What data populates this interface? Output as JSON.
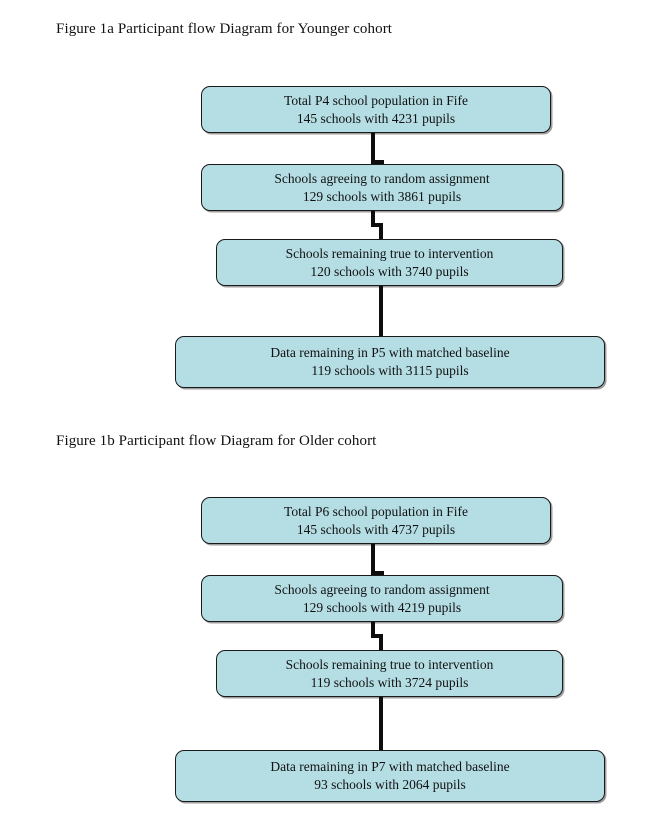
{
  "figures": [
    {
      "id": "1a",
      "title": "Figure 1a Participant flow Diagram for Younger cohort",
      "nodes": [
        {
          "name": "total-population",
          "line1": "Total P4 school population in Fife",
          "line2": "145 schools with 4231 pupils"
        },
        {
          "name": "schools-agreeing",
          "line1": "Schools agreeing to random assignment",
          "line2": "129 schools with 3861 pupils"
        },
        {
          "name": "schools-remaining-true",
          "line1": "Schools remaining true to intervention",
          "line2": "120 schools with 3740 pupils"
        },
        {
          "name": "data-remaining-matched",
          "line1": "Data remaining in P5 with matched baseline",
          "line2": "119 schools with 3115 pupils"
        }
      ]
    },
    {
      "id": "1b",
      "title": "Figure 1b Participant flow Diagram for Older cohort",
      "nodes": [
        {
          "name": "total-population",
          "line1": "Total P6 school population in Fife",
          "line2": "145 schools with 4737 pupils"
        },
        {
          "name": "schools-agreeing",
          "line1": "Schools agreeing to random assignment",
          "line2": "129 schools with 4219 pupils"
        },
        {
          "name": "schools-remaining-true",
          "line1": "Schools remaining true to intervention",
          "line2": "119 schools with 3724 pupils"
        },
        {
          "name": "data-remaining-matched",
          "line1": "Data remaining in P7 with matched baseline",
          "line2": "93 schools with 2064 pupils"
        }
      ]
    }
  ],
  "colors": {
    "node_fill": "#b5dee4",
    "node_border": "#1a1a1a",
    "connector": "#0d0d0d",
    "text": "#111111",
    "background": "#ffffff"
  }
}
